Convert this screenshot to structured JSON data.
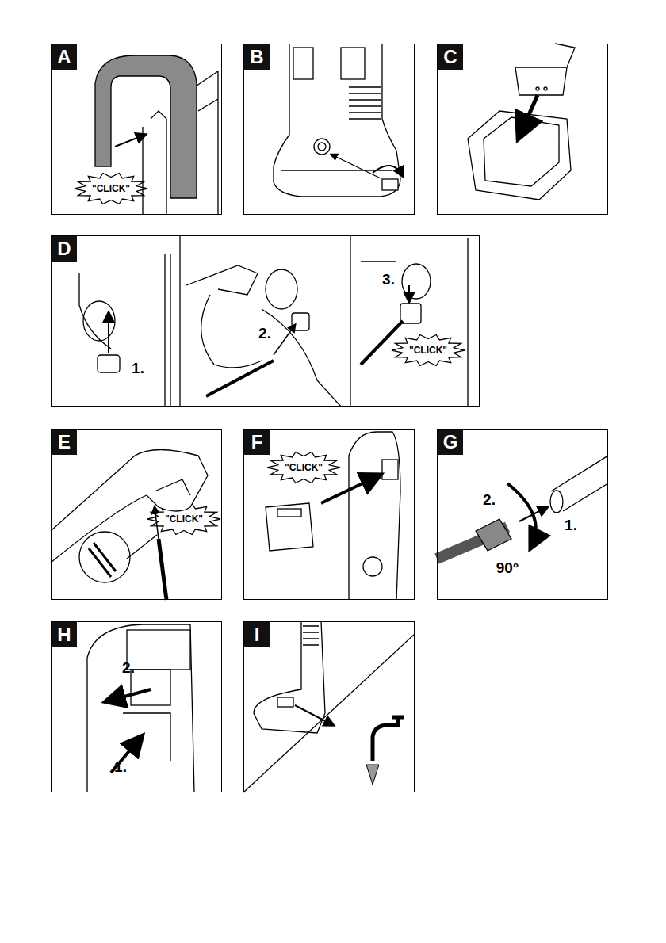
{
  "diagram": {
    "nodes": [
      {
        "text": [
          "A"
        ]
      },
      {
        "text": [
          "B"
        ]
      },
      {
        "text": [
          "C"
        ]
      },
      {
        "text": [
          "D"
        ]
      },
      {
        "text": [
          "E"
        ]
      },
      {
        "text": [
          "F"
        ]
      },
      {
        "text": [
          "G"
        ]
      },
      {
        "text": [
          "H"
        ]
      },
      {
        "text": [
          "I"
        ]
      }
    ],
    "labels": [
      "\"CLICK\"",
      "1.",
      "2.",
      "3.",
      "\"CLICK\"",
      "\"CLICK\"",
      "\"CLICK\"",
      "2.",
      "1.",
      "90°",
      "2.",
      "1."
    ]
  }
}
